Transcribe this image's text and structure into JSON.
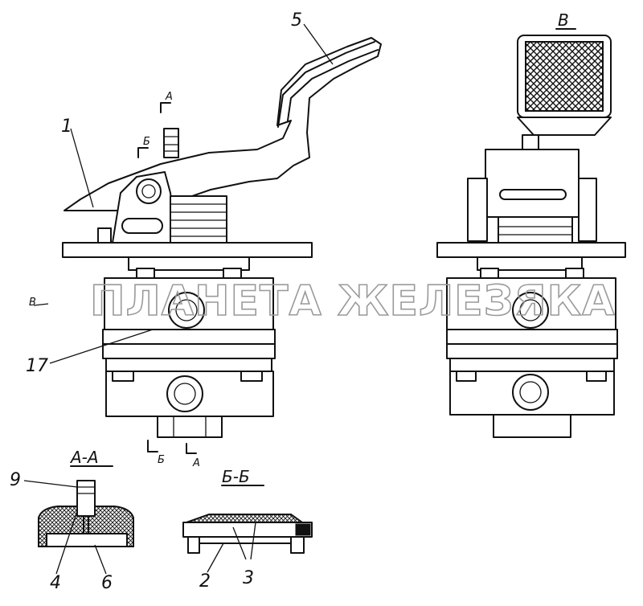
{
  "labels": {
    "pos1": "1",
    "pos5": "5",
    "pos17": "17",
    "pos9": "9",
    "pos4": "4",
    "pos6": "6",
    "pos2": "2",
    "pos3": "3",
    "view_b": "В",
    "view_b_arrow": "В",
    "section_aa": "А-А",
    "section_bb": "Б-Б",
    "cut_a_top": "А",
    "cut_b_top": "Б",
    "cut_b_bottom": "Б",
    "cut_a_bottom": "А"
  },
  "watermark": "ПЛАНЕТА ЖЕЛЕЗЯКА"
}
